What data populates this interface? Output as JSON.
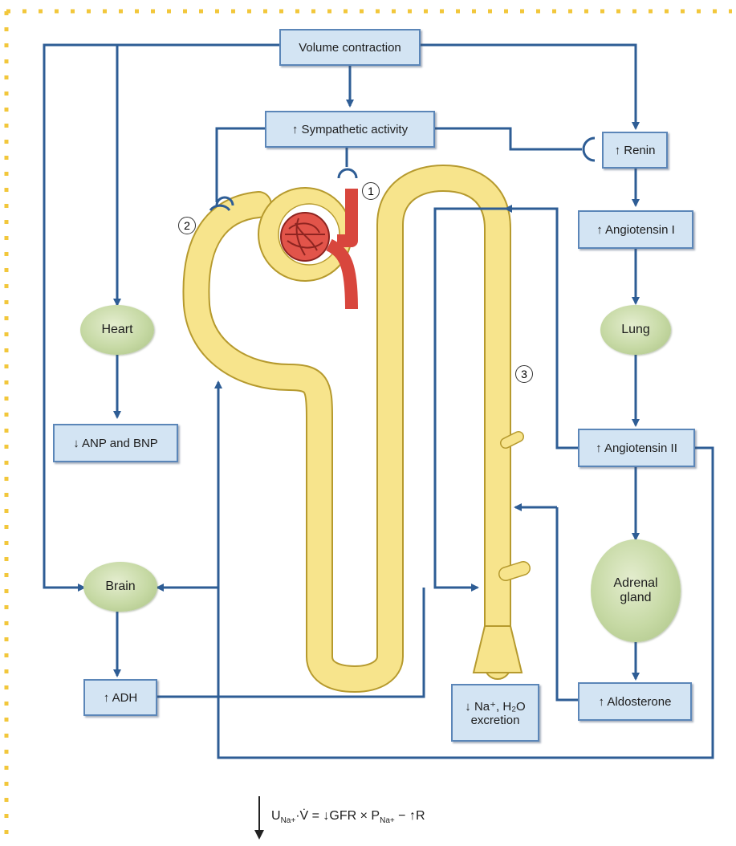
{
  "boxes": {
    "volume_contraction": "Volume contraction",
    "sympathetic_activity": "↑ Sympathetic activity",
    "renin": "↑ Renin",
    "angiotensin_i": "↑ Angiotensin I",
    "angiotensin_ii": "↑ Angiotensin II",
    "aldosterone": "↑ Aldosterone",
    "anp_bnp": "↓ ANP and  BNP",
    "adh": "↑ ADH",
    "excretion_line1": "↓ Na⁺, H₂O",
    "excretion_line2": "excretion"
  },
  "ovals": {
    "heart": "Heart",
    "brain": "Brain",
    "lung": "Lung",
    "adrenal_line1": "Adrenal",
    "adrenal_line2": "gland"
  },
  "site_numbers": [
    "1",
    "2",
    "3"
  ],
  "formula": {
    "arrow": "↓",
    "u": "U",
    "u_sub": "Na+",
    "v_part": "·V̇ = ↓GFR × P",
    "p_sub": "Na+",
    "tail": " − ↑R"
  },
  "colors": {
    "pathway_blue": "#2e5d95",
    "box_fill": "#d3e4f3",
    "oval_green": "#c6d9a4",
    "tubule_yellow": "#f7e48c",
    "vessel_red": "#d8463d",
    "border_dots": "#f2c73b"
  }
}
